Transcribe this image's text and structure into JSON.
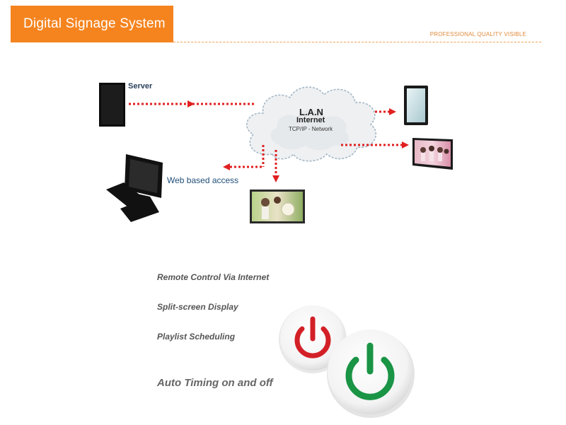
{
  "header": {
    "title": "Digital Signage System",
    "tagline": "PROFESSIONAL QUALITY VISIBLE"
  },
  "diagram": {
    "server_label": "Server",
    "web_access_label": "Web based access",
    "cloud_line1": "L.A.N",
    "cloud_line2": "Internet",
    "cloud_line3": "TCP/IP - Network"
  },
  "features": [
    "Remote Control Via Internet",
    "Split-screen Display",
    "Playlist Scheduling",
    "Auto Timing on and off"
  ],
  "colors": {
    "accent": "#f5841f",
    "arrow": "#e02020",
    "power_off": "#d32027",
    "power_on": "#1a9445"
  },
  "icons": [
    "server-tower-icon",
    "desktop-computer-icon",
    "cloud-network-icon",
    "tablet-display-icon",
    "wall-display-icon",
    "screen-display-icon",
    "power-off-icon",
    "power-on-icon"
  ]
}
